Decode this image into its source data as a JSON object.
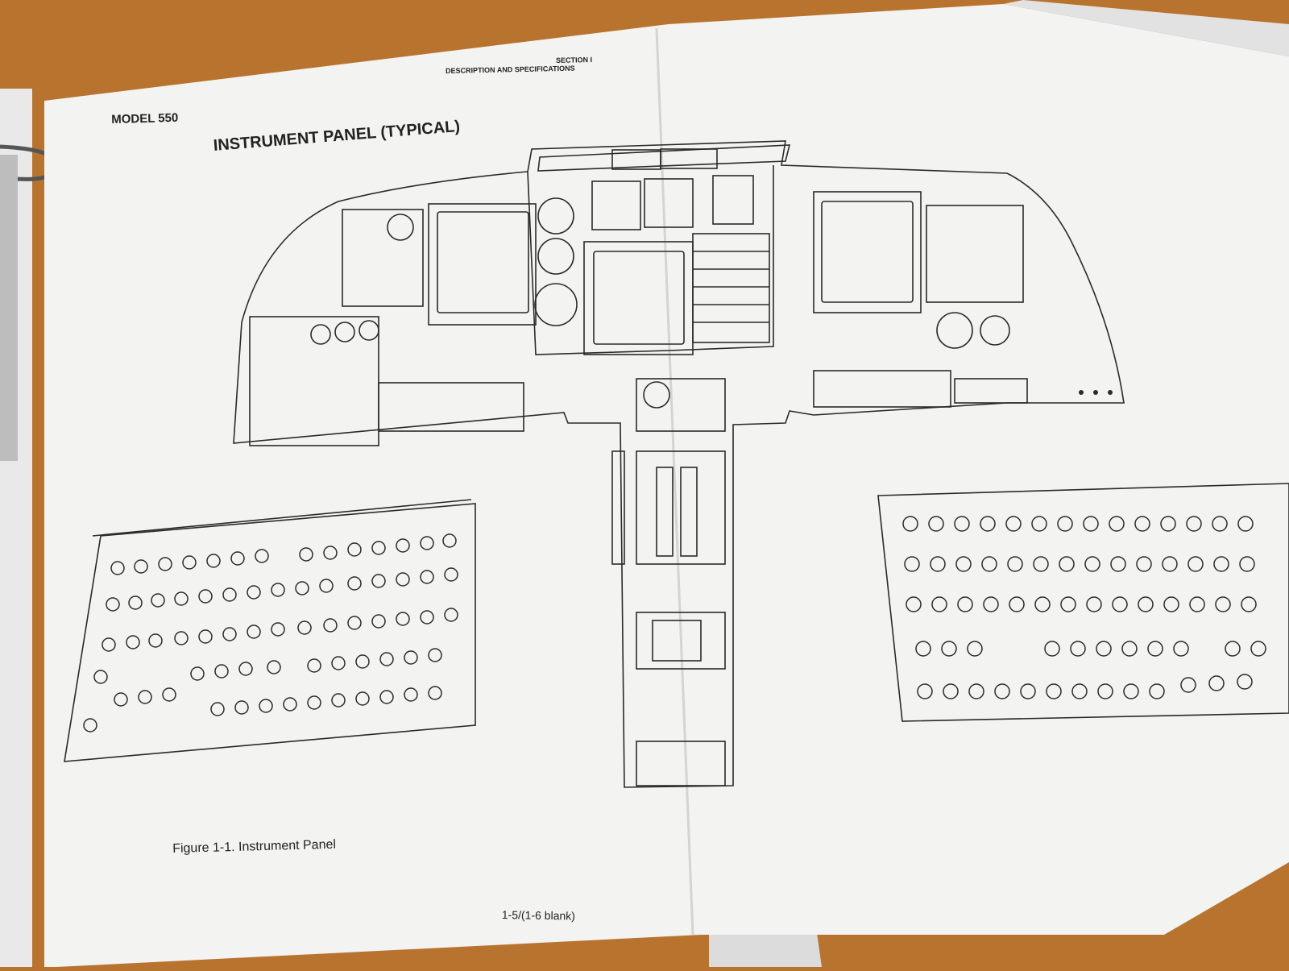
{
  "document": {
    "section_line1": "SECTION I",
    "section_line2": "DESCRIPTION AND SPECIFICATIONS",
    "model": "MODEL 550",
    "title": "INSTRUMENT PANEL (TYPICAL)",
    "figure_caption": "Figure 1-1.  Instrument Panel",
    "page_number": "1-5/(1-6 blank)"
  },
  "colors": {
    "desk": "#b8742f",
    "paper": "#f4f4f2",
    "line": "#2a2a2a",
    "binder": "#cfcfcf"
  }
}
